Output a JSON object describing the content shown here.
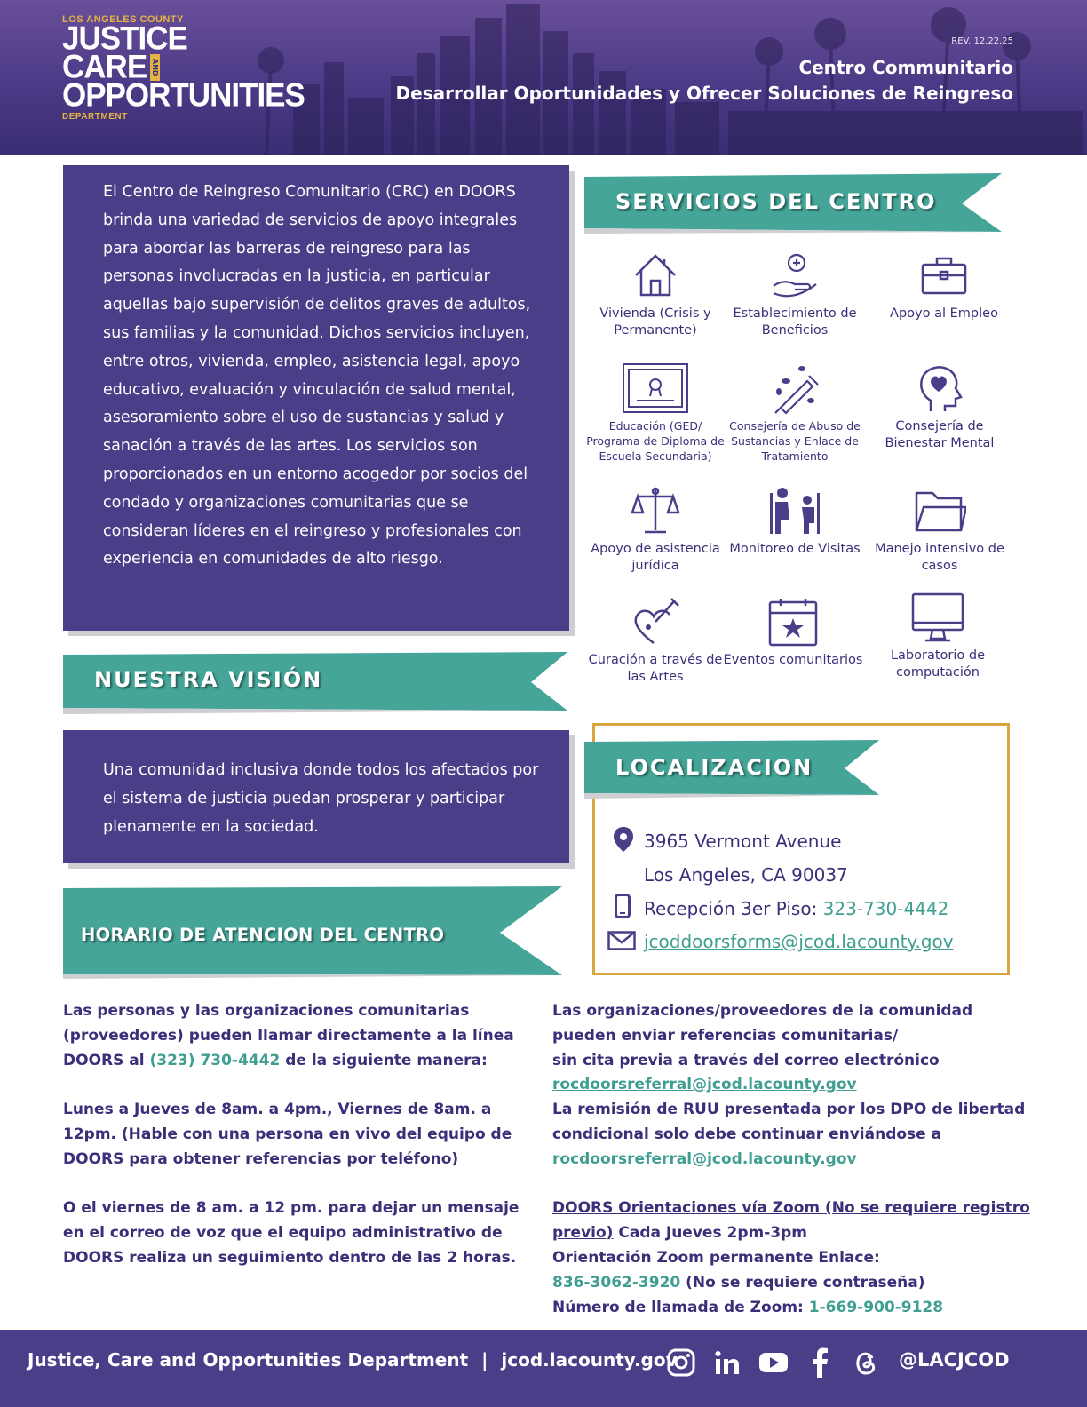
{
  "header": {
    "county": "LOS ANGELES COUNTY",
    "logo_line1": "JUSTICE",
    "logo_line2": "CARE",
    "logo_and": "AND",
    "logo_line3": "OPPORTUNITIES",
    "logo_dept": "DEPARTMENT",
    "rev": "REV. 12.22.25",
    "title_line1": "Centro Communitario",
    "title_line2": "Desarrollar Oportunidades y Ofrecer Soluciones de Reingreso"
  },
  "intro": {
    "text": "El Centro de Reingreso Comunitario (CRC) en DOORS brinda una variedad de servicios de apoyo integrales para abordar las barreras de reingreso para las personas involucradas en la justicia, en particular aquellas bajo supervisión de delitos graves de adultos, sus familias y la comunidad. Dichos servicios incluyen, entre otros, vivienda, empleo, asistencia legal, apoyo educativo, evaluación y vinculación de salud mental, asesoramiento sobre el uso de sustancias y salud y sanación a través de las artes. Los servicios son proporcionados en un entorno acogedor por socios del condado y organizaciones comunitarias que se consideran líderes en el reingreso y profesionales con experiencia en comunidades de alto riesgo."
  },
  "sections": {
    "services_title": "SERVICIOS DEL CENTRO",
    "vision_title": "NUESTRA VISIÓN",
    "hours_title": "HORARIO DE ATENCION DEL CENTRO",
    "location_title": "LOCALIZACION"
  },
  "services": [
    {
      "label": "Vivienda (Crisis y Permanente)",
      "icon": "house-icon"
    },
    {
      "label": "Establecimiento de Beneficios",
      "icon": "benefits-hand-icon"
    },
    {
      "label": "Apoyo al Empleo",
      "icon": "briefcase-icon"
    },
    {
      "label": "Educación (GED/ Programa de Diploma de Escuela Secundaria)",
      "icon": "diploma-icon"
    },
    {
      "label": "Consejería de Abuso de Sustancias y Enlace de Tratamiento",
      "icon": "syringe-pills-icon"
    },
    {
      "label": "Consejería de Bienestar Mental",
      "icon": "head-heart-icon"
    },
    {
      "label": "Apoyo de asistencia jurídica",
      "icon": "scales-icon"
    },
    {
      "label": "Monitoreo de Visitas",
      "icon": "visit-icon"
    },
    {
      "label": "Manejo intensivo de casos",
      "icon": "folder-icon"
    },
    {
      "label": "Curación a través de las Artes",
      "icon": "art-heart-icon"
    },
    {
      "label": "Eventos comunitarios",
      "icon": "calendar-star-icon"
    },
    {
      "label": "Laboratorio de computación",
      "icon": "monitor-icon"
    }
  ],
  "vision": {
    "text": "Una comunidad inclusiva donde todos los afectados por el sistema de justicia puedan prosperar y participar plenamente en la sociedad."
  },
  "location": {
    "address1": "3965 Vermont Avenue",
    "address2": "Los Angeles, CA 90037",
    "reception_label": "Recepción 3er Piso:",
    "reception_phone": "323-730-4442",
    "email": "jcoddoorsforms@jcod.lacounty.gov"
  },
  "hours": {
    "p1_a": "Las personas y las organizaciones comunitarias (proveedores) pueden llamar directamente a la línea DOORS al",
    "p1_phone": "(323) 730-4442",
    "p1_b": "de la siguiente manera:",
    "p2": "Lunes a Jueves de 8am. a 4pm., Viernes de 8am. a 12pm. (Hable con una persona en vivo del equipo de DOORS para obtener referencias por teléfono)",
    "p3": "O el viernes de 8 am. a 12 pm. para dejar un mensaje en el correo de voz que el equipo administrativo de DOORS realiza un seguimiento dentro de las 2 horas."
  },
  "referrals": {
    "line1": "Las organizaciones/proveedores de la comunidad pueden enviar referencias comunitarias/",
    "line2": "sin cita previa a través del correo electrónico",
    "email1": "rocdoorsreferral@jcod.lacounty.gov",
    "line3": "La remisión de RUU presentada por los DPO de libertad condicional solo debe continuar enviándose a",
    "email2": "rocdoorsreferral@jcod.lacounty.gov",
    "zoom_link": "DOORS Orientaciones vía Zoom (No se requiere registro previo)",
    "zoom_when": "Cada Jueves 2pm-3pm",
    "zoom_perm": "Orientación Zoom permanente Enlace:",
    "zoom_id": "836-3062-3920",
    "zoom_nopass": "(No se requiere contraseña)",
    "zoom_call_label": "Número de llamada de Zoom:",
    "zoom_call": "1-669-900-9128"
  },
  "footer": {
    "dept": "Justice, Care and Opportunities Department",
    "sep": "|",
    "site": "jcod.lacounty.gov",
    "handle": "@LACJCOD",
    "icons": [
      "instagram-icon",
      "linkedin-icon",
      "youtube-icon",
      "facebook-icon",
      "threads-icon"
    ]
  },
  "colors": {
    "purple": "#4b3d88",
    "teal": "#45a598",
    "gold": "#d7a640",
    "text": "#3b2f7a"
  }
}
